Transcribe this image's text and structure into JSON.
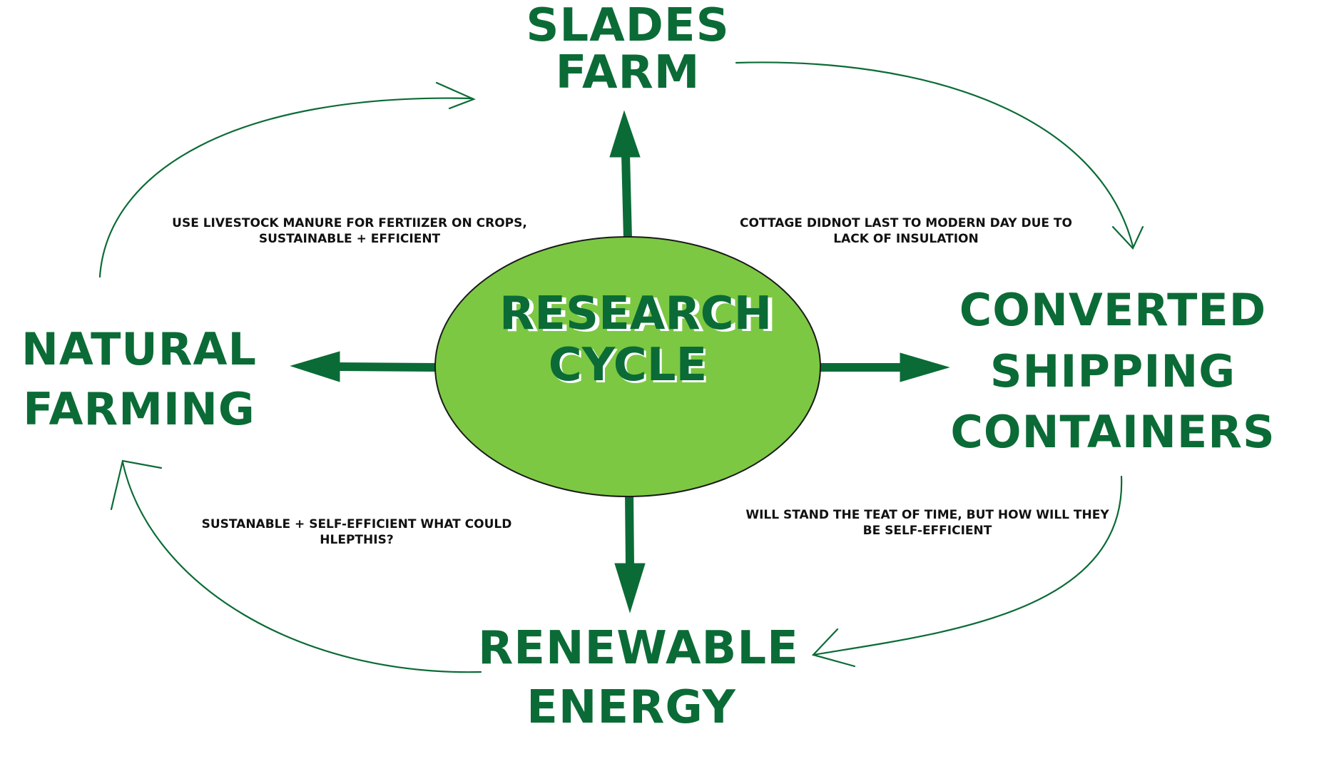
{
  "diagram": {
    "colors": {
      "primary_green": "#0b6b36",
      "ellipse_fill": "#7cc843",
      "ellipse_stroke": "#1a1a1a",
      "note_text": "#111111",
      "background": "#ffffff"
    },
    "center": {
      "line1": "RESEARCH",
      "line2": "CYCLE"
    },
    "nodes": {
      "top": {
        "line1": "SLADES",
        "line2": "FARM"
      },
      "left": {
        "line1": "NATURAL",
        "line2": "FARMING"
      },
      "right": {
        "line1": "CONVERTED",
        "line2": "SHIPPING",
        "line3": "CONTAINERS"
      },
      "bottom": {
        "line1": "RENEWABLE",
        "line2": "ENERGY"
      }
    },
    "notes": {
      "top_left": {
        "line1": "USE LIVESTOCK MANURE FOR FERTIIZER ON CROPS,",
        "line2": "SUSTAINABLE + EFFICIENT"
      },
      "top_right": {
        "line1": "COTTAGE DIDNOT LAST TO MODERN DAY DUE TO",
        "line2": "LACK OF INSULATION"
      },
      "bottom_left": {
        "line1": "SUSTANABLE + SELF-EFFICIENT WHAT COULD",
        "line2": "HLEPTHIS?"
      },
      "bottom_right": {
        "line1": "WILL STAND THE TEAT OF TIME, BUT HOW WILL THEY",
        "line2": "BE SELF-EFFICIENT"
      }
    }
  }
}
